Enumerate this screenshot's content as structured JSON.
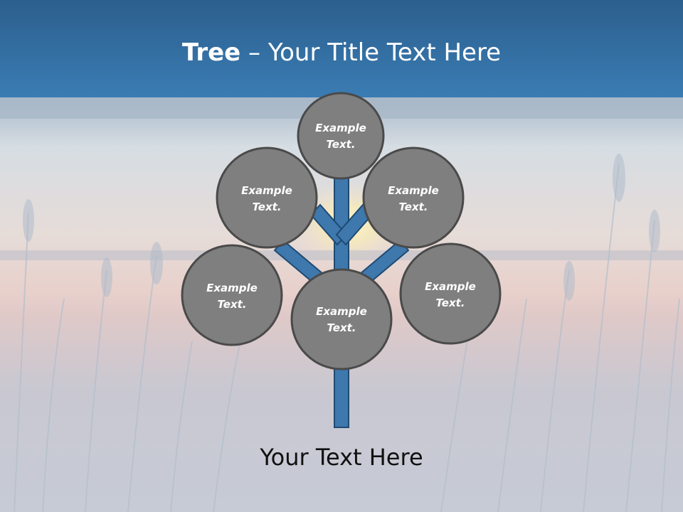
{
  "header": {
    "title_bold": "Tree",
    "title_rest": " – Your Title Text Here"
  },
  "nodes": [
    {
      "line1": "Example",
      "line2": "Text."
    },
    {
      "line1": "Example",
      "line2": "Text."
    },
    {
      "line1": "Example",
      "line2": "Text."
    },
    {
      "line1": "Example",
      "line2": "Text."
    },
    {
      "line1": "Example",
      "line2": "Text."
    },
    {
      "line1": "Example",
      "line2": "Text."
    }
  ],
  "caption": "Your Text Here",
  "colors": {
    "header": "#3a7cb4",
    "branch": "#3e78ac",
    "node_fill": "#7f7f7f",
    "node_stroke": "#4a4a4a"
  }
}
